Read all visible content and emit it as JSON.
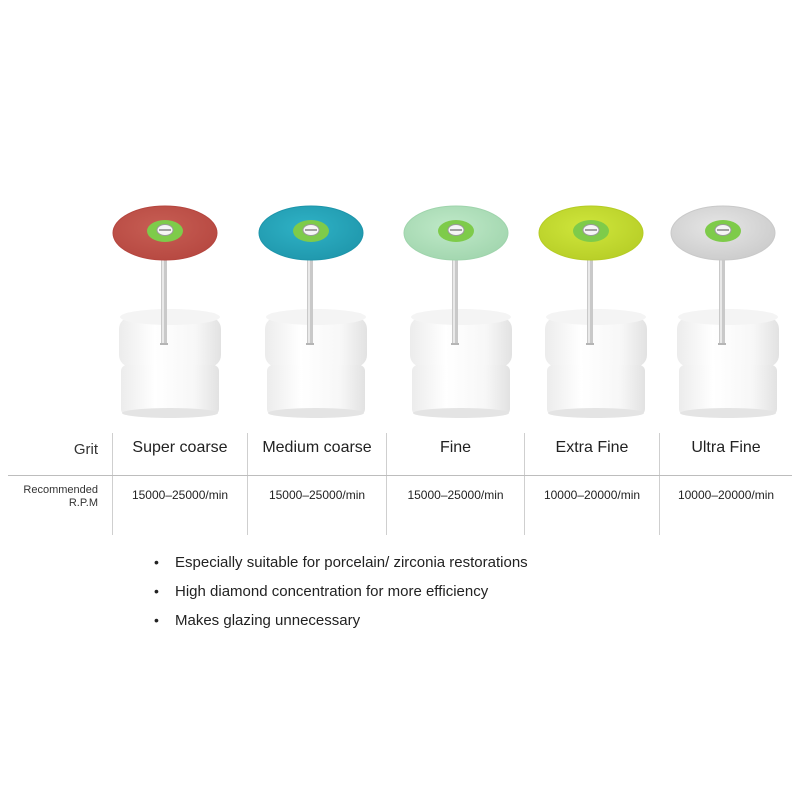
{
  "products": [
    {
      "grit": "Super coarse",
      "rpm": "15000–25000/min",
      "disc_color": "#c75e54",
      "rim_color": "#b5463f"
    },
    {
      "grit": "Medium coarse",
      "rpm": "15000–25000/min",
      "disc_color": "#2fb2c6",
      "rim_color": "#1e95aa"
    },
    {
      "grit": "Fine",
      "rpm": "15000–25000/min",
      "disc_color": "#bfe9c8",
      "rim_color": "#9fd4ac"
    },
    {
      "grit": "Extra Fine",
      "rpm": "10000–20000/min",
      "disc_color": "#cfe63c",
      "rim_color": "#b5cc25"
    },
    {
      "grit": "Ultra Fine",
      "rpm": "10000–20000/min",
      "disc_color": "#e6e6e6",
      "rim_color": "#c9c9c9"
    }
  ],
  "center_color": "#7ecb4a",
  "table": {
    "grit_label": "Grit",
    "rpm_label_line1": "Recommended",
    "rpm_label_line2": "R.P.M"
  },
  "features": [
    "Especially suitable for porcelain/ zirconia restorations",
    "High diamond concentration for more efficiency",
    "Makes glazing unnecessary"
  ]
}
